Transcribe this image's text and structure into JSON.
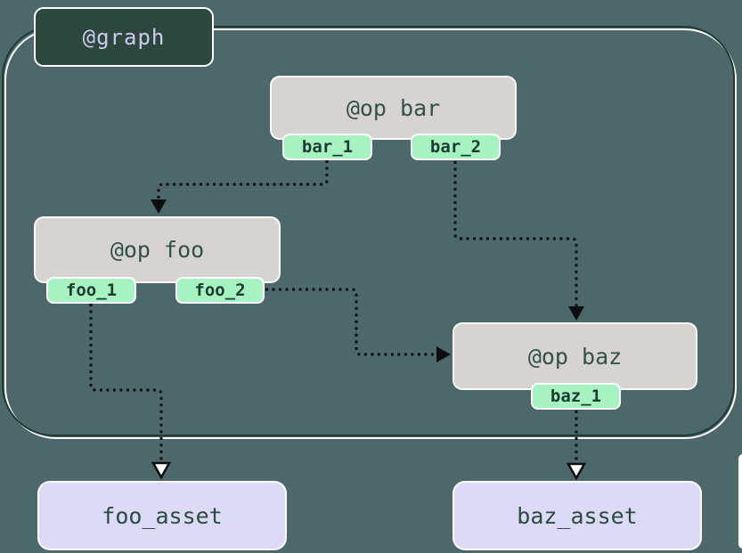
{
  "graph": {
    "label": "@graph"
  },
  "ops": {
    "bar": {
      "title": "@op bar",
      "outputs": {
        "bar_1": "bar_1",
        "bar_2": "bar_2"
      }
    },
    "foo": {
      "title": "@op foo",
      "outputs": {
        "foo_1": "foo_1",
        "foo_2": "foo_2"
      }
    },
    "baz": {
      "title": "@op baz",
      "outputs": {
        "baz_1": "baz_1"
      }
    }
  },
  "assets": {
    "foo_asset": {
      "label": "foo_asset"
    },
    "baz_asset": {
      "label": "baz_asset"
    }
  },
  "edges": [
    {
      "from": "bar.bar_1",
      "to": "op_foo",
      "style": "dotted",
      "arrowhead": "solid"
    },
    {
      "from": "bar.bar_2",
      "to": "op_baz",
      "style": "dotted",
      "arrowhead": "solid"
    },
    {
      "from": "foo.foo_2",
      "to": "op_baz",
      "style": "dotted",
      "arrowhead": "solid"
    },
    {
      "from": "foo.foo_1",
      "to": "foo_asset",
      "style": "dotted",
      "arrowhead": "open"
    },
    {
      "from": "baz.baz_1",
      "to": "baz_asset",
      "style": "dotted",
      "arrowhead": "open"
    }
  ],
  "colors": {
    "background": "#4D686B",
    "boundary_stroke": "#1C3B30",
    "boundary_highlight": "#FFFFFF",
    "graph_label_bg": "#2C473D",
    "graph_label_text": "#CFC9EE",
    "op_node_bg": "#D6D3D1",
    "op_node_text": "#33514B",
    "output_tag_bg": "#A7F2C1",
    "output_tag_text": "#1B3B33",
    "asset_node_bg": "#DDDAF8",
    "asset_node_text": "#2B4A40",
    "edge_stroke": "#0D0D0D"
  }
}
